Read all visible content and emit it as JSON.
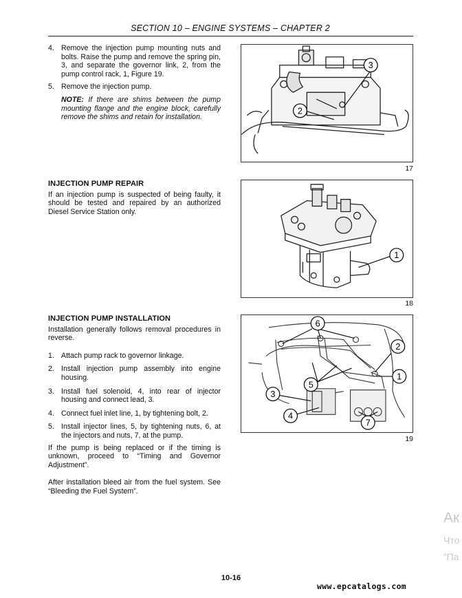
{
  "header": {
    "title": "SECTION 10 – ENGINE SYSTEMS – CHAPTER 2"
  },
  "removal": {
    "steps": [
      {
        "num": "4.",
        "text": "Remove the injection pump mounting nuts and bolts. Raise the pump and remove the spring pin, 3, and separate the governor link, 2, from the pump control rack, 1, Figure 19."
      },
      {
        "num": "5.",
        "text": "Remove the injection pump."
      }
    ],
    "note_label": "NOTE:",
    "note_text": " If there are shims between the pump mounting flange and the engine block, carefully remove the shims and retain for installation."
  },
  "repair": {
    "heading": "INJECTION PUMP REPAIR",
    "text": "If an injection pump is suspected of being faulty, it should be tested and repaired by an authorized Diesel Service Station only."
  },
  "installation": {
    "heading": "INJECTION PUMP INSTALLATION",
    "intro": "Installation generally follows removal procedures in reverse.",
    "steps": [
      {
        "num": "1.",
        "text": "Attach pump rack to governor linkage."
      },
      {
        "num": "2.",
        "text": "Install injection pump assembly into engine housing."
      },
      {
        "num": "3.",
        "text": "Install fuel solenoid, 4, into rear of injector housing and connect lead, 3."
      },
      {
        "num": "4.",
        "text": "Connect fuel inlet line, 1, by tightening bolt, 2."
      },
      {
        "num": "5.",
        "text": "Install injector lines, 5, by tightening nuts, 6, at the injectors and nuts, 7, at the pump."
      }
    ],
    "timing_note": "If the pump is being replaced or if the timing is unknown, proceed to “Timing and Governor Adjustment”.",
    "bleed_note": "After installation bleed air from the fuel system. See “Bleeding the Fuel System”."
  },
  "figures": [
    {
      "number": "17",
      "callouts": [
        "3",
        "2"
      ]
    },
    {
      "number": "18",
      "callouts": [
        "1"
      ]
    },
    {
      "number": "19",
      "callouts": [
        "6",
        "2",
        "1",
        "5",
        "3",
        "4",
        "7"
      ]
    }
  ],
  "footer": {
    "page": "10-16",
    "url": "www.epcatalogs.com"
  },
  "watermark": {
    "line1": "Ак",
    "line2": "Что",
    "line3": "“Па"
  }
}
